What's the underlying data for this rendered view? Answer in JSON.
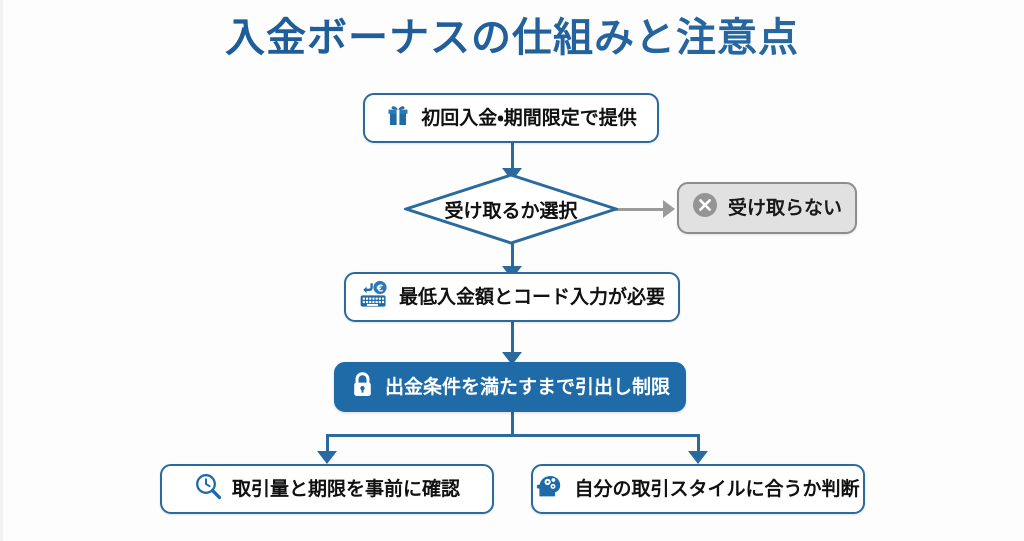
{
  "page": {
    "title": "入金ボーナスの仕組みと注意点",
    "background_color": "#fdfdfd",
    "accent_color": "#1f6ba8",
    "outline_color": "#2a6a9e",
    "muted_color": "#9a9a9a"
  },
  "flowchart": {
    "type": "flowchart",
    "nodes": [
      {
        "id": "start",
        "label": "初回入金・期間限定で提供",
        "icon": "gift-icon",
        "style": "outline",
        "shape": "rounded-rect"
      },
      {
        "id": "decision",
        "label": "受け取るか選択",
        "icon": "none",
        "style": "outline",
        "shape": "diamond"
      },
      {
        "id": "decline",
        "label": "受け取らない",
        "icon": "x-circle-icon",
        "style": "muted",
        "shape": "rounded-rect"
      },
      {
        "id": "requirements",
        "label": "最低入金額とコード入力が必要",
        "icon": "keyboard-euro-icon",
        "style": "outline",
        "shape": "rounded-rect"
      },
      {
        "id": "restriction",
        "label": "出金条件を満たすまで引出し制限",
        "icon": "lock-icon",
        "style": "filled",
        "shape": "rounded-rect"
      },
      {
        "id": "check-volume",
        "label": "取引量と期限を事前に確認",
        "icon": "magnifier-clock-icon",
        "style": "outline",
        "shape": "rounded-rect"
      },
      {
        "id": "check-style",
        "label": "自分の取引スタイルに合うか判断",
        "icon": "head-gears-icon",
        "style": "outline",
        "shape": "rounded-rect"
      }
    ],
    "edges": [
      {
        "from": "start",
        "to": "decision",
        "direction": "down",
        "color": "#2a6a9e",
        "label": ""
      },
      {
        "from": "decision",
        "to": "decline",
        "direction": "right",
        "color": "#9a9a9a",
        "label": ""
      },
      {
        "from": "decision",
        "to": "requirements",
        "direction": "down",
        "color": "#2a6a9e",
        "label": ""
      },
      {
        "from": "requirements",
        "to": "restriction",
        "direction": "down",
        "color": "#2a6a9e",
        "label": ""
      },
      {
        "from": "restriction",
        "to": "check-volume",
        "direction": "down-left",
        "color": "#2a6a9e",
        "label": ""
      },
      {
        "from": "restriction",
        "to": "check-style",
        "direction": "down-right",
        "color": "#2a6a9e",
        "label": ""
      }
    ]
  }
}
